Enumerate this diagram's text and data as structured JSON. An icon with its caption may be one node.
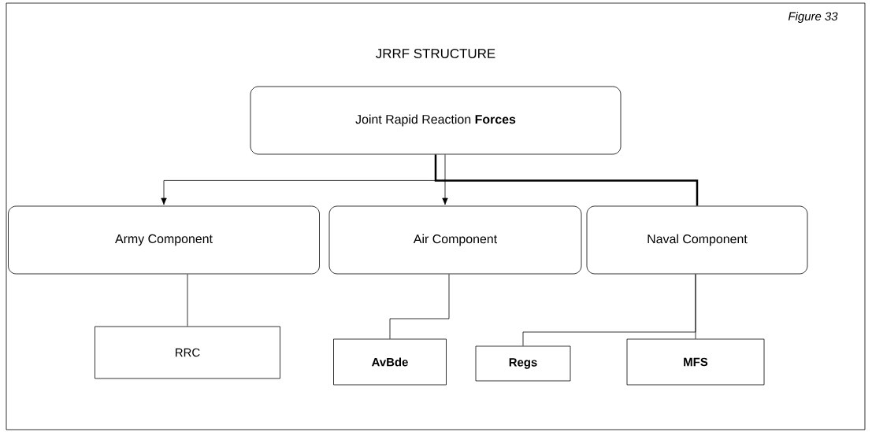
{
  "diagram": {
    "title": "JRRF STRUCTURE",
    "nodes": [
      {
        "text": [
          "Joint Rapid Reaction **Forces**"
        ]
      },
      {
        "text": [
          "Army Component"
        ]
      },
      {
        "text": [
          "Air Component"
        ]
      },
      {
        "text": [
          "Naval Component"
        ]
      },
      {
        "text": [
          "RRC"
        ]
      },
      {
        "text": [
          "AvBde"
        ]
      },
      {
        "text": [
          "Regs"
        ]
      },
      {
        "text": [
          "MFS"
        ]
      }
    ],
    "edges": [
      {
        "from": 0,
        "to": 1,
        "arrow": "to"
      },
      {
        "from": 0,
        "to": 2,
        "arrow": "to"
      },
      {
        "from": 0,
        "to": 3,
        "arrow": "none",
        "style": "thick"
      },
      {
        "from": 1,
        "to": 4,
        "arrow": "none"
      },
      {
        "from": 2,
        "to": 5,
        "arrow": "none"
      },
      {
        "from": 3,
        "to": 6,
        "arrow": "none"
      },
      {
        "from": 3,
        "to": 7,
        "arrow": "none"
      }
    ],
    "labels": [
      "Figure 33"
    ]
  }
}
